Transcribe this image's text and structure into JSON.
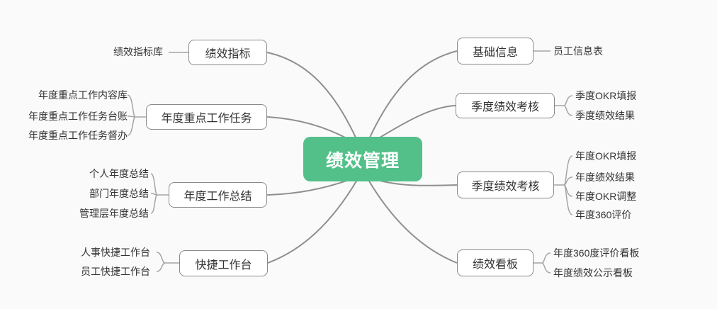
{
  "root": {
    "label": "绩效管理"
  },
  "left_branches": [
    {
      "label": "绩效指标",
      "children": [
        "绩效指标库"
      ]
    },
    {
      "label": "年度重点工作任务",
      "children": [
        "年度重点工作内容库",
        "年度重点工作任务台账",
        "年度重点工作任务督办"
      ]
    },
    {
      "label": "年度工作总结",
      "children": [
        "个人年度总结",
        "部门年度总结",
        "管理层年度总结"
      ]
    },
    {
      "label": "快捷工作台",
      "children": [
        "人事快捷工作台",
        "员工快捷工作台"
      ]
    }
  ],
  "right_branches": [
    {
      "label": "基础信息",
      "children": [
        "员工信息表"
      ]
    },
    {
      "label": "季度绩效考核",
      "children": [
        "季度OKR填报",
        "季度绩效结果"
      ]
    },
    {
      "label": "季度绩效考核",
      "children": [
        "年度OKR填报",
        "年度绩效结果",
        "年度OKR调整",
        "年度360评价"
      ]
    },
    {
      "label": "绩效看板",
      "children": [
        "年度360度评价看板",
        "年度绩效公示看板"
      ]
    }
  ],
  "colors": {
    "background": "#fafafa",
    "root_bg": "#53c08a",
    "root_text": "#ffffff",
    "line": "#8f8f8f",
    "leaf_line": "#a5a5a5",
    "box_border": "#8a8a8a",
    "box_bg": "#ffffff",
    "text": "#333333"
  }
}
